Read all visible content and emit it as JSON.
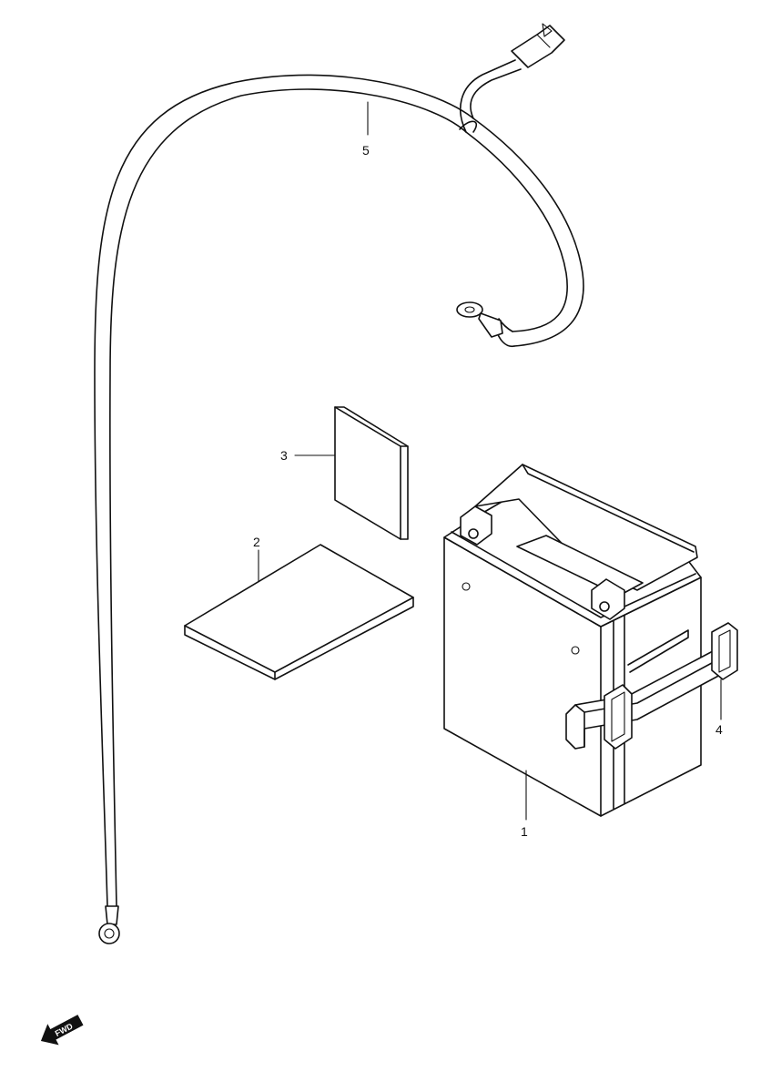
{
  "callouts": [
    {
      "id": "battery",
      "label": "1"
    },
    {
      "id": "manual",
      "label": "2"
    },
    {
      "id": "label-sheet",
      "label": "3"
    },
    {
      "id": "band",
      "label": "4"
    },
    {
      "id": "lead-wire",
      "label": "5"
    }
  ],
  "direction_marker": {
    "text": "FWD",
    "icon": "fwd-arrow-icon"
  },
  "colors": {
    "line": "#111111",
    "background": "#ffffff"
  }
}
